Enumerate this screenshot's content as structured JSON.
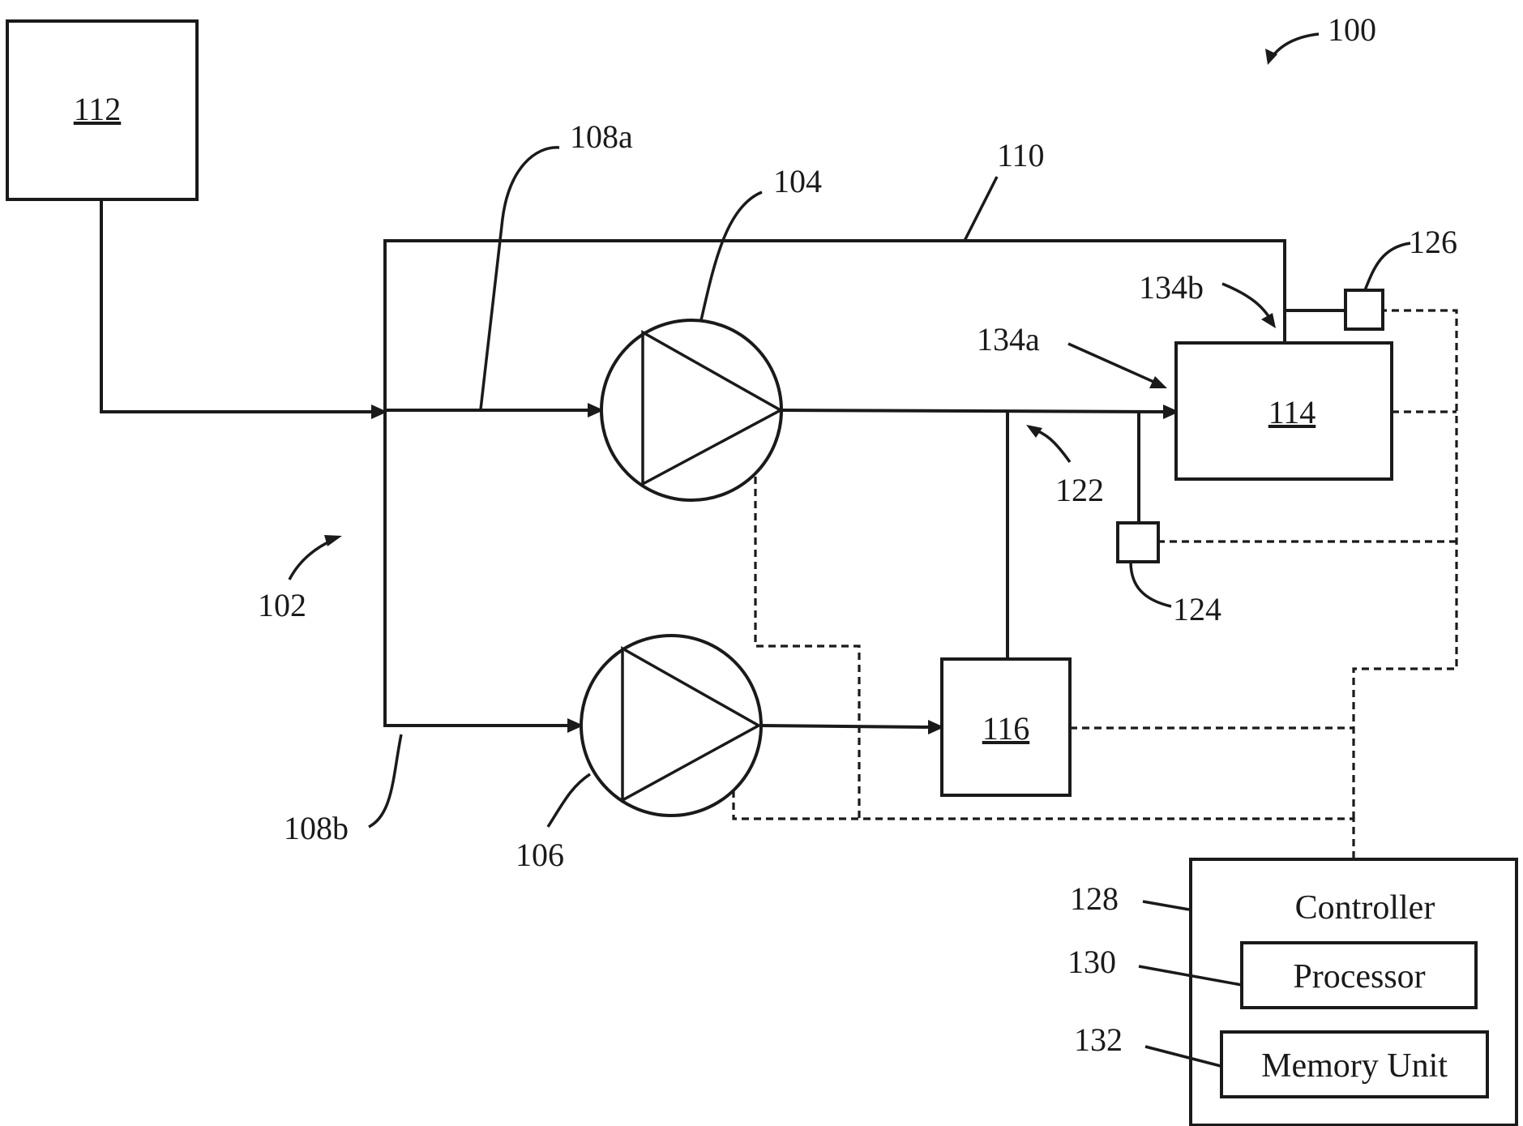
{
  "labels": {
    "ref_100": "100",
    "ref_102": "102",
    "ref_104": "104",
    "ref_106": "106",
    "ref_108a": "108a",
    "ref_108b": "108b",
    "ref_110": "110",
    "ref_122": "122",
    "ref_124": "124",
    "ref_126": "126",
    "ref_128": "128",
    "ref_130": "130",
    "ref_132": "132",
    "ref_134a": "134a",
    "ref_134b": "134b"
  },
  "boxes": {
    "box_112": "112",
    "box_114": "114",
    "box_116": "116"
  },
  "controller": {
    "title": "Controller",
    "processor": "Processor",
    "memory": "Memory Unit"
  }
}
